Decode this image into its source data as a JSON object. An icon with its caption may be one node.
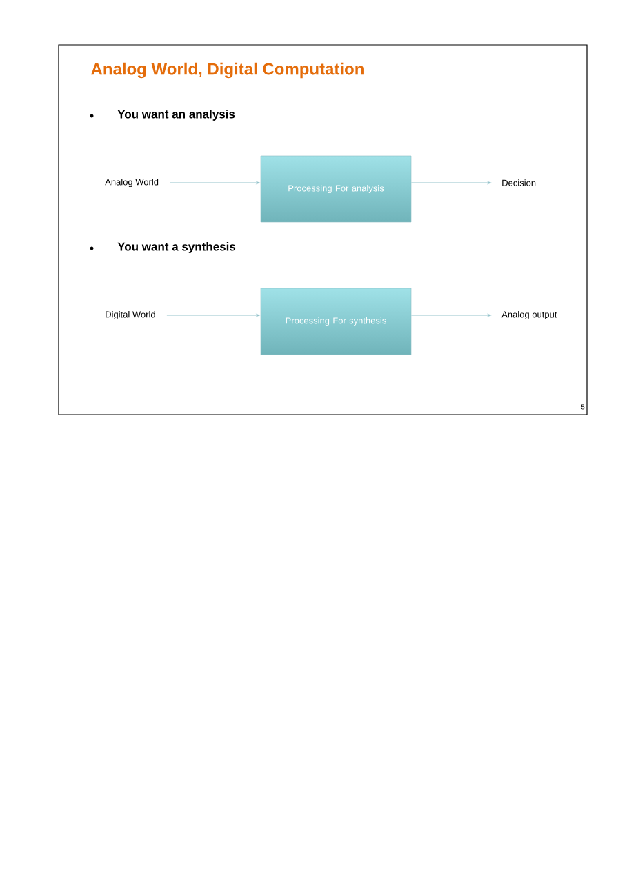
{
  "diagram": {
    "title": "Analog World, Digital Computation",
    "nodes": [
      {
        "text": [
          "Analog World"
        ]
      },
      {
        "text": [
          "Processing For analysis"
        ]
      },
      {
        "text": [
          "Decision"
        ]
      },
      {
        "text": [
          "Digital World"
        ]
      },
      {
        "text": [
          "Processing For synthesis"
        ]
      },
      {
        "text": [
          "Analog output"
        ]
      }
    ],
    "edges": [
      {
        "from": 0,
        "to": 1,
        "arrow": "to"
      },
      {
        "from": 1,
        "to": 2,
        "arrow": "to"
      },
      {
        "from": 3,
        "to": 4,
        "arrow": "to"
      },
      {
        "from": 4,
        "to": 5,
        "arrow": "to"
      }
    ],
    "labels": [
      "You want an analysis",
      "You want a synthesis",
      "5"
    ]
  }
}
